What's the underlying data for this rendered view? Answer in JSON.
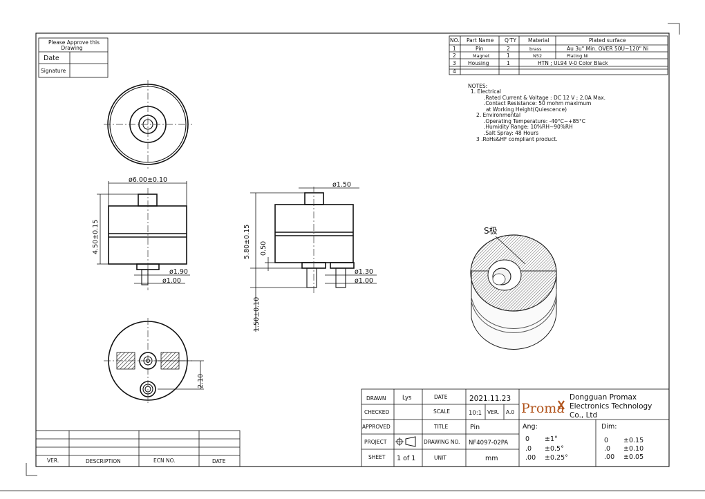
{
  "approval": {
    "please_approve": "Please Approve this",
    "drawing": "Drawing",
    "date_label": "Date",
    "signature_label": "Signature"
  },
  "bom": {
    "headers": [
      "NO.",
      "Part Name",
      "Q'TY",
      "Material",
      "Plated surface"
    ],
    "rows": [
      {
        "no": "1",
        "part": "Pin",
        "qty": "2",
        "material": "brass",
        "plating": "Au 3u\" Min. OVER 50U~120\" Ni"
      },
      {
        "no": "2",
        "part": "Magnet",
        "qty": "1",
        "material": "N52",
        "plating": "Plating Ni"
      },
      {
        "no": "3",
        "part": "Housing",
        "qty": "1",
        "material": "HTN ; UL94 V-0 Color Black",
        "plating": ""
      },
      {
        "no": "4",
        "part": "",
        "qty": "",
        "material": "",
        "plating": ""
      }
    ]
  },
  "notes": {
    "title": "NOTES:",
    "lines": [
      "1. Electrical",
      ".Rated Current & Voltage : DC 12 V ; 2.0A Max.",
      ".Contact Resistance: 50 mohm maximum",
      "at Working Height(Quiescence)",
      "2. Environmental",
      ".Operating Temperature: -40°C~+85°C",
      ".Humidity Range: 10%RH~90%RH",
      ".Salt Spray: 48 Hours",
      "3 .RoHs&HF compliant product."
    ]
  },
  "dimensions": {
    "outer_dia": "ø6.00±0.10",
    "height": "4.50±0.15",
    "pin_step_dia": "ø1.90",
    "pin_dia": "ø1.00",
    "side_pin_dia": "ø1.50",
    "total_height": "5.80±0.15",
    "step": "0.50",
    "pin_length": "1.50±0.10",
    "side_dia_1": "ø1.30",
    "side_dia_2": "ø1.00",
    "offset": "2.10"
  },
  "iso_label": "S极",
  "title_block": {
    "drawn_label": "DRAWN",
    "drawn_value": "Lys",
    "checked_label": "CHECKED",
    "approved_label": "APPROVED",
    "project_label": "PROJECT",
    "sheet_label": "SHEET",
    "sheet_value": "1 of 1",
    "date_label": "DATE",
    "date_value": "2021.11.23",
    "scale_label": "SCALE",
    "scale_value": "10:1",
    "ver_label": "VER.",
    "ver_value": "A.0",
    "title_label": "TITLE",
    "title_value": "Pin",
    "drawing_no_label": "DRAWING NO.",
    "drawing_no_value": "NF4097-02PA",
    "unit_label": "UNIT",
    "unit_value": "mm",
    "logo_text": "Proma",
    "company_1": "Dongguan Promax",
    "company_2": "Electronics Technology",
    "company_3": "Co., Ltd",
    "ang_label": "Ang:",
    "ang_rows": [
      [
        "0",
        "±1°"
      ],
      [
        ".0",
        "±0.5°"
      ],
      [
        ".00",
        "±0.25°"
      ]
    ],
    "dim_label": "Dim:",
    "dim_rows": [
      [
        "0",
        "±0.15"
      ],
      [
        ".0",
        "±0.10"
      ],
      [
        ".00",
        "±0.05"
      ]
    ]
  },
  "revision": {
    "headers": [
      "VER.",
      "DESCRIPTION",
      "ECN NO.",
      "DATE"
    ]
  }
}
